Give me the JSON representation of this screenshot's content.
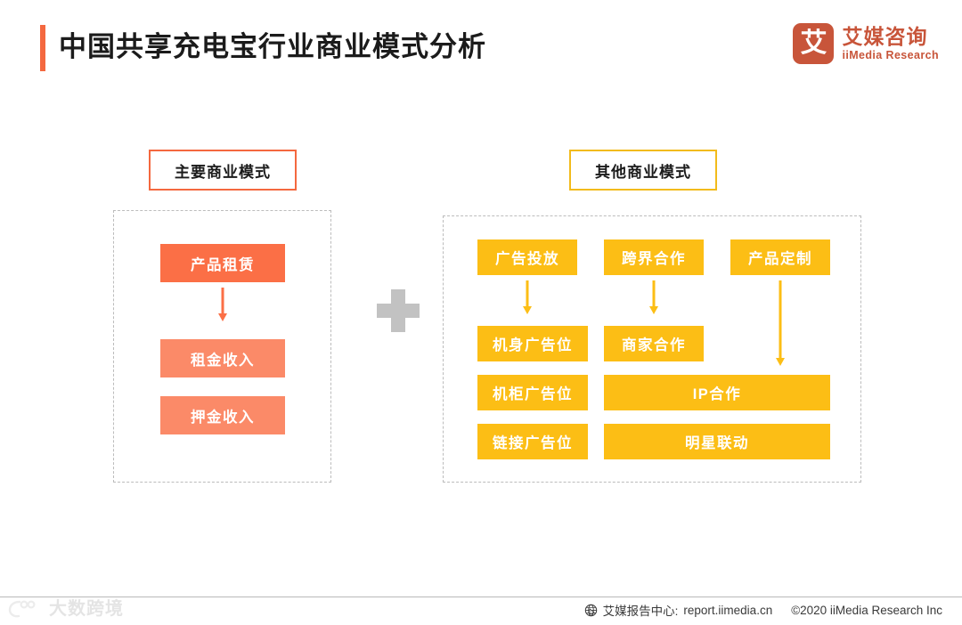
{
  "header": {
    "title": "中国共享充电宝行业商业模式分析",
    "accent_color": "#F4683F",
    "brand": {
      "mark_glyph": "艾",
      "name_cn": "艾媒咨询",
      "name_en": "iiMedia Research",
      "color": "#C8553A"
    }
  },
  "sections": {
    "main": {
      "pill_label": "主要商业模式",
      "pill_border_color": "#F4683F",
      "boxes": [
        {
          "label": "产品租赁",
          "color": "#FB6F46"
        },
        {
          "label": "租金收入",
          "color": "#FB8A68"
        },
        {
          "label": "押金收入",
          "color": "#FB8A68"
        }
      ]
    },
    "other": {
      "pill_label": "其他商业模式",
      "pill_border_color": "#F2BB1B",
      "accent_color": "#FCBE15",
      "column1": [
        {
          "label": "广告投放"
        },
        {
          "label": "机身广告位"
        },
        {
          "label": "机柜广告位"
        },
        {
          "label": "链接广告位"
        }
      ],
      "column2": [
        {
          "label": "跨界合作"
        },
        {
          "label": "商家合作"
        }
      ],
      "column3": [
        {
          "label": "产品定制"
        }
      ],
      "wide": [
        {
          "label": "IP合作"
        },
        {
          "label": "明星联动"
        }
      ]
    }
  },
  "separator": {
    "glyph": "plus"
  },
  "footer": {
    "icon": "globe-cursor-icon",
    "report_center_label": "艾媒报告中心:",
    "report_url": "report.iimedia.cn",
    "copyright": "©2020  iiMedia Research  Inc",
    "watermark_text": "大数跨境"
  }
}
